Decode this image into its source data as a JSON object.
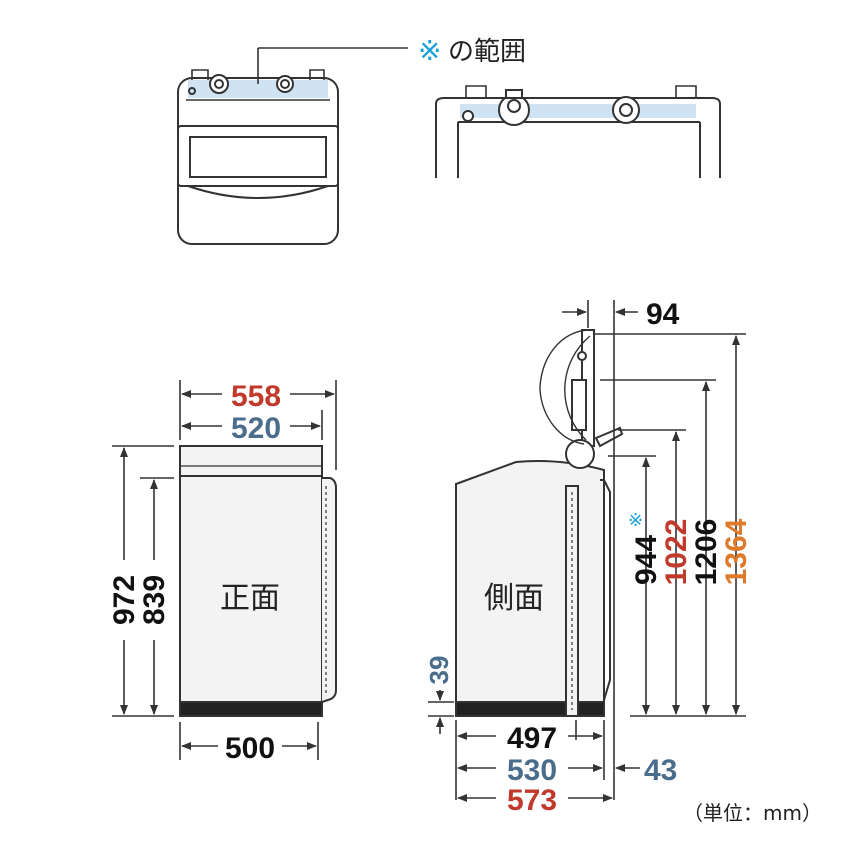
{
  "colors": {
    "line": "#333333",
    "highlight": "#cfe3f3",
    "accent_text": "#1aa0d8",
    "red": "#c0392b",
    "blue": "#4a6d8c",
    "orange": "#e07a2b",
    "black": "#111111",
    "panel": "#f3f3f3"
  },
  "legend": {
    "mark": "※",
    "text": "の範囲"
  },
  "front_view": {
    "label": "正面",
    "width_top": "558",
    "width_body": "520",
    "width_base": "500",
    "height_total": "972",
    "height_body": "839"
  },
  "side_view": {
    "label": "側面",
    "offset_top": "94",
    "foot_height": "39",
    "depth_body": "497",
    "depth_mid": "530",
    "depth_total": "573",
    "offset_back": "43",
    "note_mark": "※",
    "height_944": "944",
    "height_1022": "1022",
    "height_1206": "1206",
    "height_1364": "1364"
  },
  "unit": "（単位：mm）"
}
